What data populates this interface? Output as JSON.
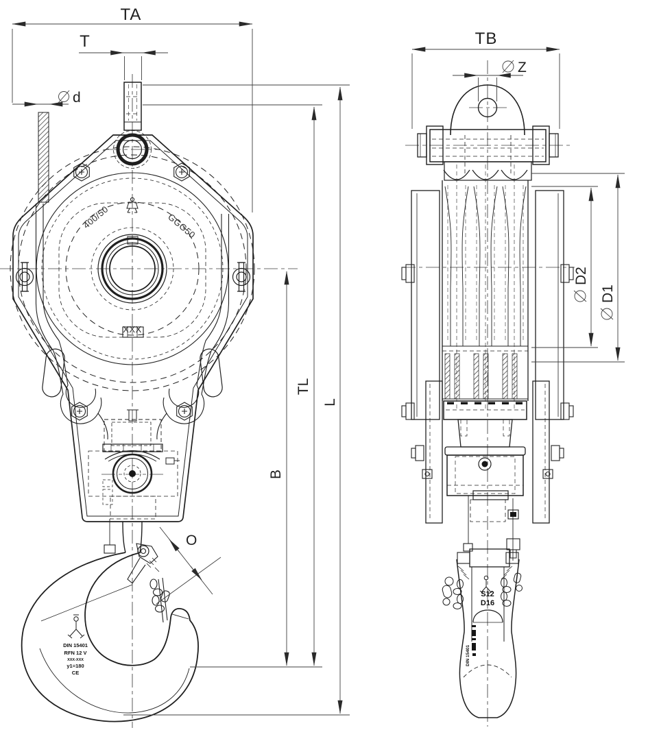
{
  "dims": {
    "ta": "TA",
    "t": "T",
    "d": "d",
    "o": "O",
    "b": "B",
    "tl": "TL",
    "l": "L",
    "tb": "TB",
    "z": "Z",
    "d2": "D2",
    "d1": "D1"
  },
  "castings": {
    "front_left": "400/50",
    "front_right": "GGG50",
    "front_bottom": "XXX"
  },
  "hook_markings": {
    "line1": "DIN 15401",
    "line2": "RFN 12 V",
    "line3": "XXX-XXX",
    "line4": "y1=180",
    "line5": "CE"
  },
  "side_hook_markings": {
    "line1": "S12",
    "line2": "D16",
    "vertical": "DIN 15401"
  },
  "colors": {
    "line": "#1f1f1f",
    "dim_line": "#3f3f3f",
    "background": "#ffffff"
  }
}
